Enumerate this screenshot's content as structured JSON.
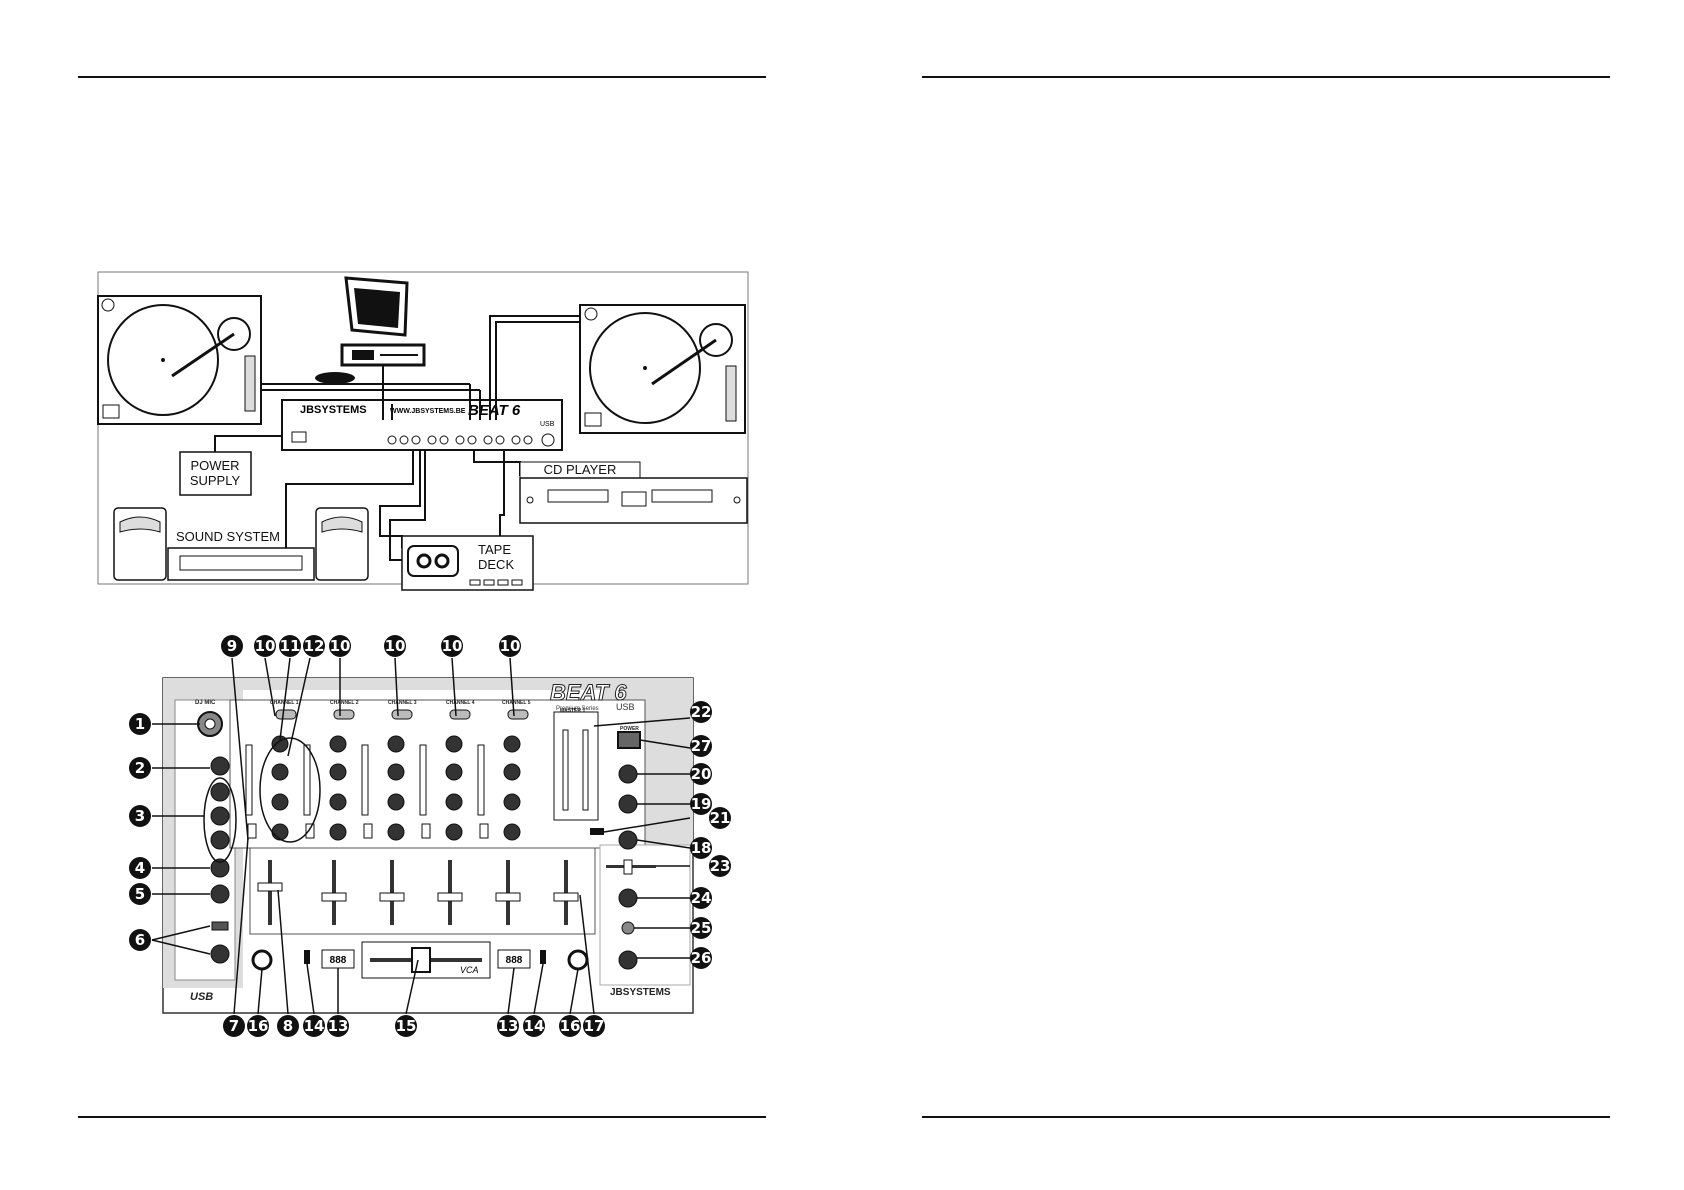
{
  "connection_diagram": {
    "labels": {
      "power_supply_line1": "POWER",
      "power_supply_line2": "SUPPLY",
      "cd_player": "CD PLAYER",
      "sound_system": "SOUND SYSTEM",
      "tape_deck_line1": "TAPE",
      "tape_deck_line2": "DECK",
      "mixer_brand": "JBSYSTEMS",
      "mixer_url": "WWW.JBSYSTEMS.BE",
      "mixer_model": "BEAT 6",
      "mixer_model_sub": "USB"
    }
  },
  "front_panel": {
    "brand": "JBSYSTEMS",
    "model": "BEAT 6",
    "model_sub": "USB",
    "model_tag": "Premium Series",
    "dj_mic": "DJ MIC",
    "power": "POWER",
    "master": "MASTER 1",
    "vca": "VCA",
    "bpm_display": "888",
    "channels": [
      "CHANNEL 1",
      "CHANNEL 2",
      "CHANNEL 3",
      "CHANNEL 4",
      "CHANNEL 5"
    ],
    "usb_badge": "USB"
  },
  "callouts": {
    "top": [
      "9",
      "10",
      "11",
      "12",
      "10",
      "10",
      "10",
      "10"
    ],
    "left": [
      "1",
      "2",
      "3",
      "4",
      "5",
      "6"
    ],
    "right": [
      "22",
      "27",
      "20",
      "19",
      "21",
      "18",
      "23",
      "24",
      "25",
      "26"
    ],
    "bottom": [
      "7",
      "16",
      "8",
      "14",
      "13",
      "15",
      "13",
      "14",
      "16",
      "17"
    ]
  }
}
